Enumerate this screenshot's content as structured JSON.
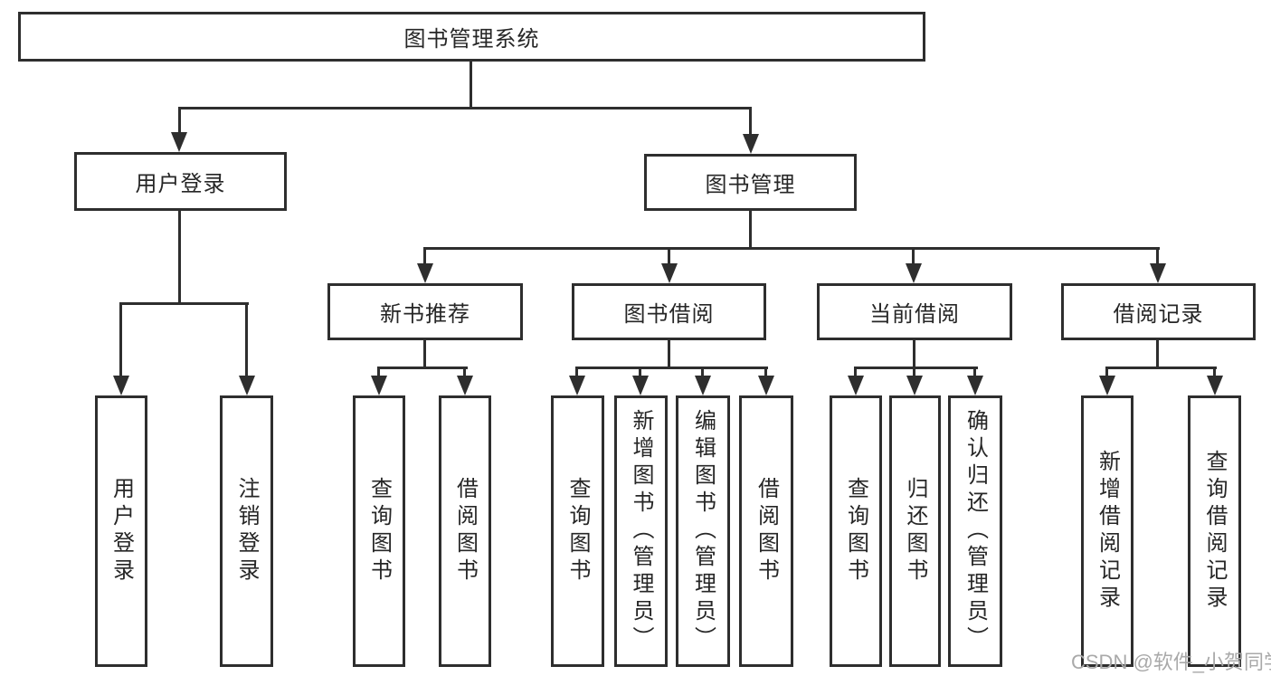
{
  "diagram": {
    "type": "functional-structure-tree",
    "watermark": "CSDN @软件_小贺同学",
    "colors": {
      "line": "#2e2e2e",
      "box_border": "#2e2e2e",
      "box_fill": "#ffffff",
      "text": "#262626",
      "watermark": "#a9a9a9"
    },
    "nodes": {
      "root": {
        "label": "图书管理系统"
      },
      "user_login": {
        "label": "用户登录"
      },
      "book_mgmt": {
        "label": "图书管理"
      },
      "login": {
        "label": "用户登录"
      },
      "logout": {
        "label": "注销登录"
      },
      "new_book_rec": {
        "label": "新书推荐"
      },
      "book_borrow": {
        "label": "图书借阅"
      },
      "current_borrow": {
        "label": "当前借阅"
      },
      "borrow_records": {
        "label": "借阅记录"
      },
      "rec_query_book": {
        "label": "查询图书"
      },
      "rec_borrow_book": {
        "label": "借阅图书"
      },
      "bb_query_book": {
        "label": "查询图书"
      },
      "bb_add_book": {
        "label": "新增图书（管理员）"
      },
      "bb_edit_book": {
        "label": "编辑图书（管理员）"
      },
      "bb_borrow_book": {
        "label": "借阅图书"
      },
      "cb_query_book": {
        "label": "查询图书"
      },
      "cb_return_book": {
        "label": "归还图书"
      },
      "cb_confirm_return": {
        "label": "确认归还（管理员）"
      },
      "br_add_record": {
        "label": "新增借阅记录"
      },
      "br_query_record": {
        "label": "查询借阅记录"
      }
    },
    "tree": {
      "label": "图书管理系统",
      "children": [
        {
          "label": "用户登录",
          "children": [
            {
              "label": "用户登录"
            },
            {
              "label": "注销登录"
            }
          ]
        },
        {
          "label": "图书管理",
          "children": [
            {
              "label": "新书推荐",
              "children": [
                {
                  "label": "查询图书"
                },
                {
                  "label": "借阅图书"
                }
              ]
            },
            {
              "label": "图书借阅",
              "children": [
                {
                  "label": "查询图书"
                },
                {
                  "label": "新增图书（管理员）"
                },
                {
                  "label": "编辑图书（管理员）"
                },
                {
                  "label": "借阅图书"
                }
              ]
            },
            {
              "label": "当前借阅",
              "children": [
                {
                  "label": "查询图书"
                },
                {
                  "label": "归还图书"
                },
                {
                  "label": "确认归还（管理员）"
                }
              ]
            },
            {
              "label": "借阅记录",
              "children": [
                {
                  "label": "新增借阅记录"
                },
                {
                  "label": "查询借阅记录"
                }
              ]
            }
          ]
        }
      ]
    }
  }
}
